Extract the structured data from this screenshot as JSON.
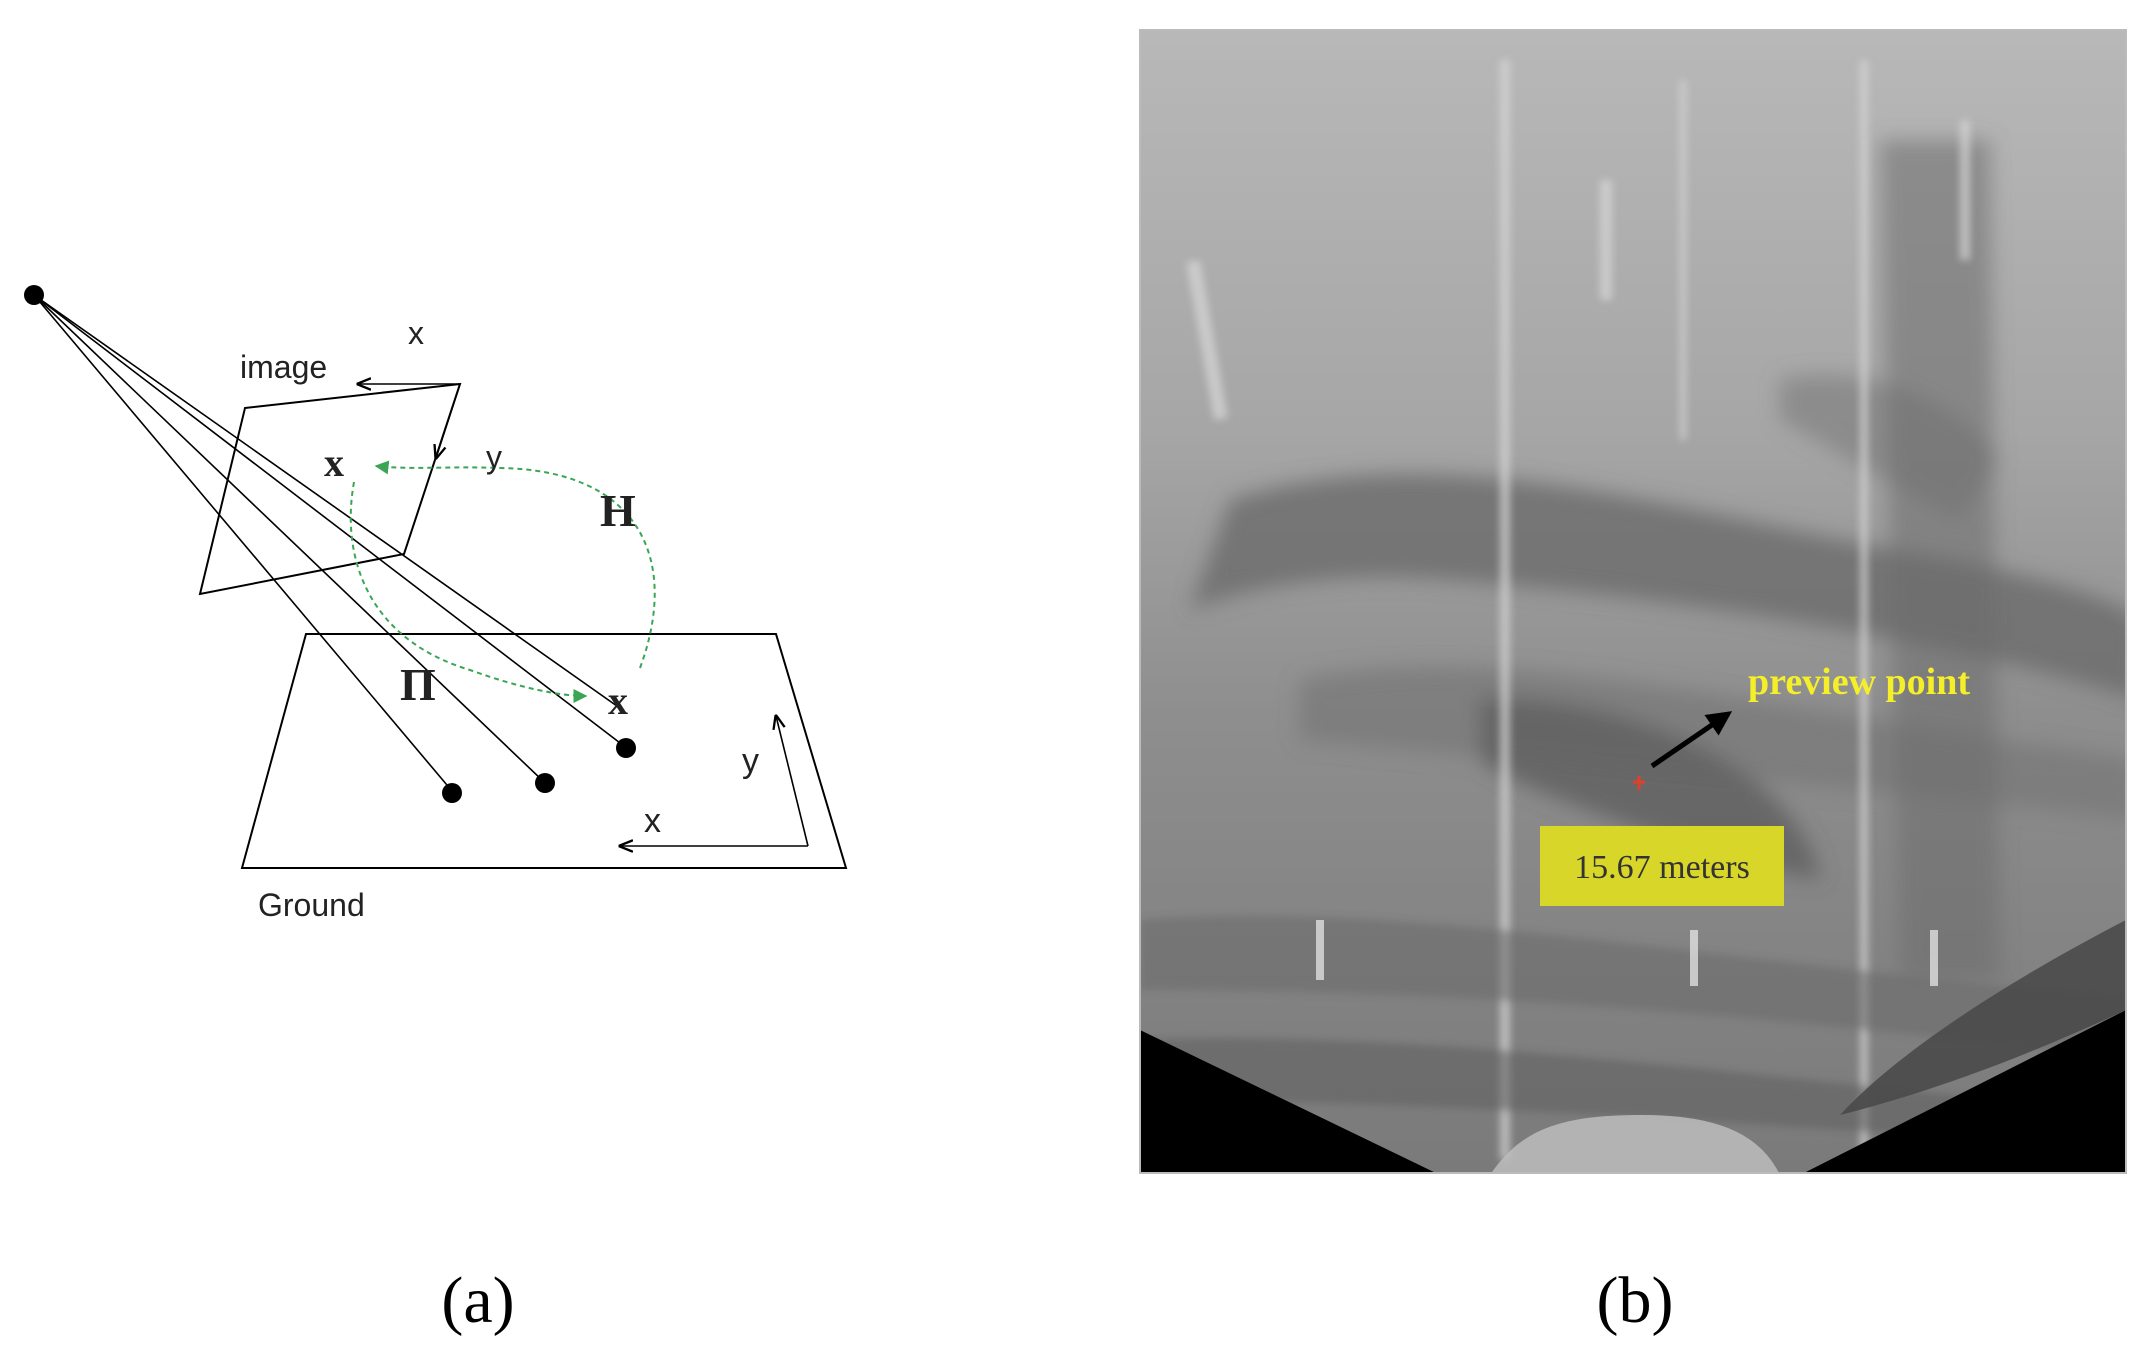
{
  "panel_a": {
    "caption": "(a)",
    "labels": {
      "image_plane": "image",
      "image_axis_x": "x",
      "image_axis_y": "y",
      "image_point": "x",
      "homography": "H",
      "ground_plane_symbol": "Π",
      "ground_point": "x",
      "ground_axis_y": "y",
      "ground_axis_x": "x",
      "ground_plane": "Ground"
    },
    "colors": {
      "lines": "#000000",
      "homography_arrow": "#3aa655"
    }
  },
  "panel_b": {
    "caption": "(b)",
    "annotation_text": "preview point",
    "distance_label": "15.67 meters",
    "colors": {
      "annotation_text": "#f5ef2a",
      "label_background": "#d9d62a",
      "marker": "#e0402a"
    },
    "marker_icon": "crosshair-plus-icon"
  }
}
